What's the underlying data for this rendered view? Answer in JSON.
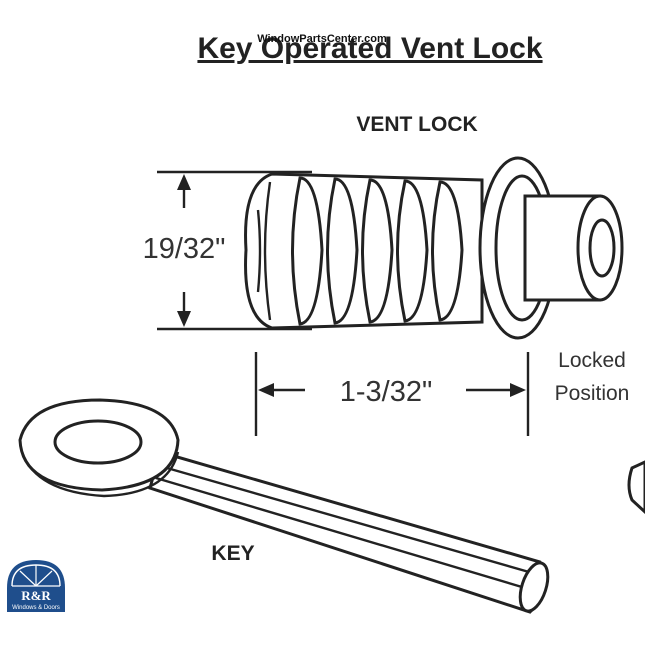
{
  "title": "Key Operated Vent Lock",
  "watermark": "WindowPartsCenter.com",
  "labels": {
    "vent_lock": "VENT LOCK",
    "key": "KEY",
    "height": "19/32\"",
    "length": "1-3/32\"",
    "locked_line1": "Locked",
    "locked_line2": "Position"
  },
  "logo": {
    "text": "R&R",
    "subtext": "Windows & Doors",
    "color": "#1f4e8c"
  }
}
